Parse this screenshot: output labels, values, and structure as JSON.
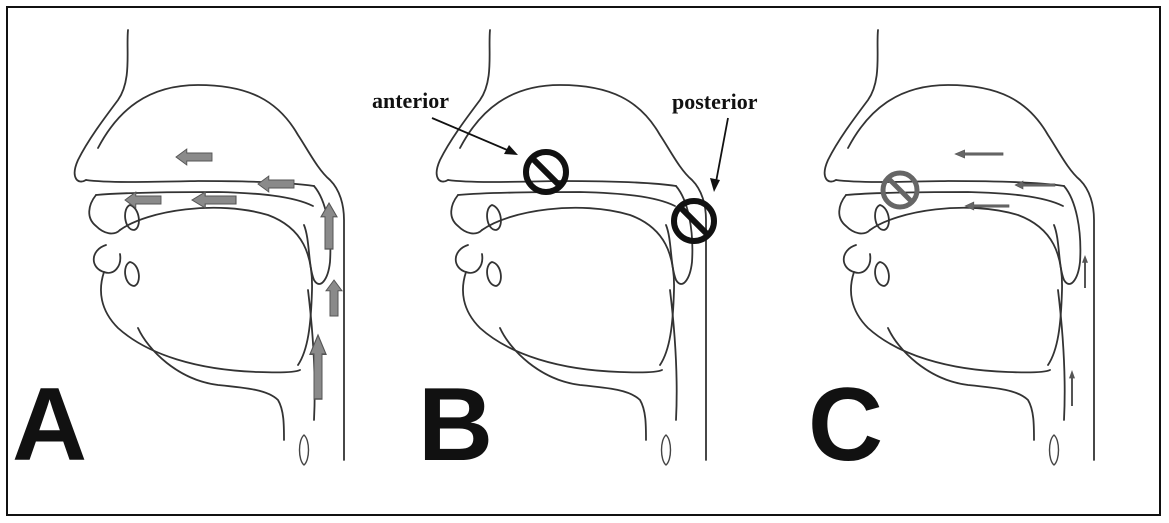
{
  "figure": {
    "panels": [
      {
        "id": "A",
        "letter": "A",
        "airflow": "full"
      },
      {
        "id": "B",
        "letter": "B",
        "airflow": "blocked"
      },
      {
        "id": "C",
        "letter": "C",
        "airflow": "partial"
      }
    ],
    "labels": {
      "anterior": "anterior",
      "posterior": "posterior"
    },
    "colors": {
      "line": "#333333",
      "arrow_fill": "#8a8a8a",
      "block_symbol": "#111111",
      "block_symbol_faded": "#666666"
    },
    "icons": {
      "flow": "arrow-icon",
      "block": "no-entry-icon"
    }
  }
}
